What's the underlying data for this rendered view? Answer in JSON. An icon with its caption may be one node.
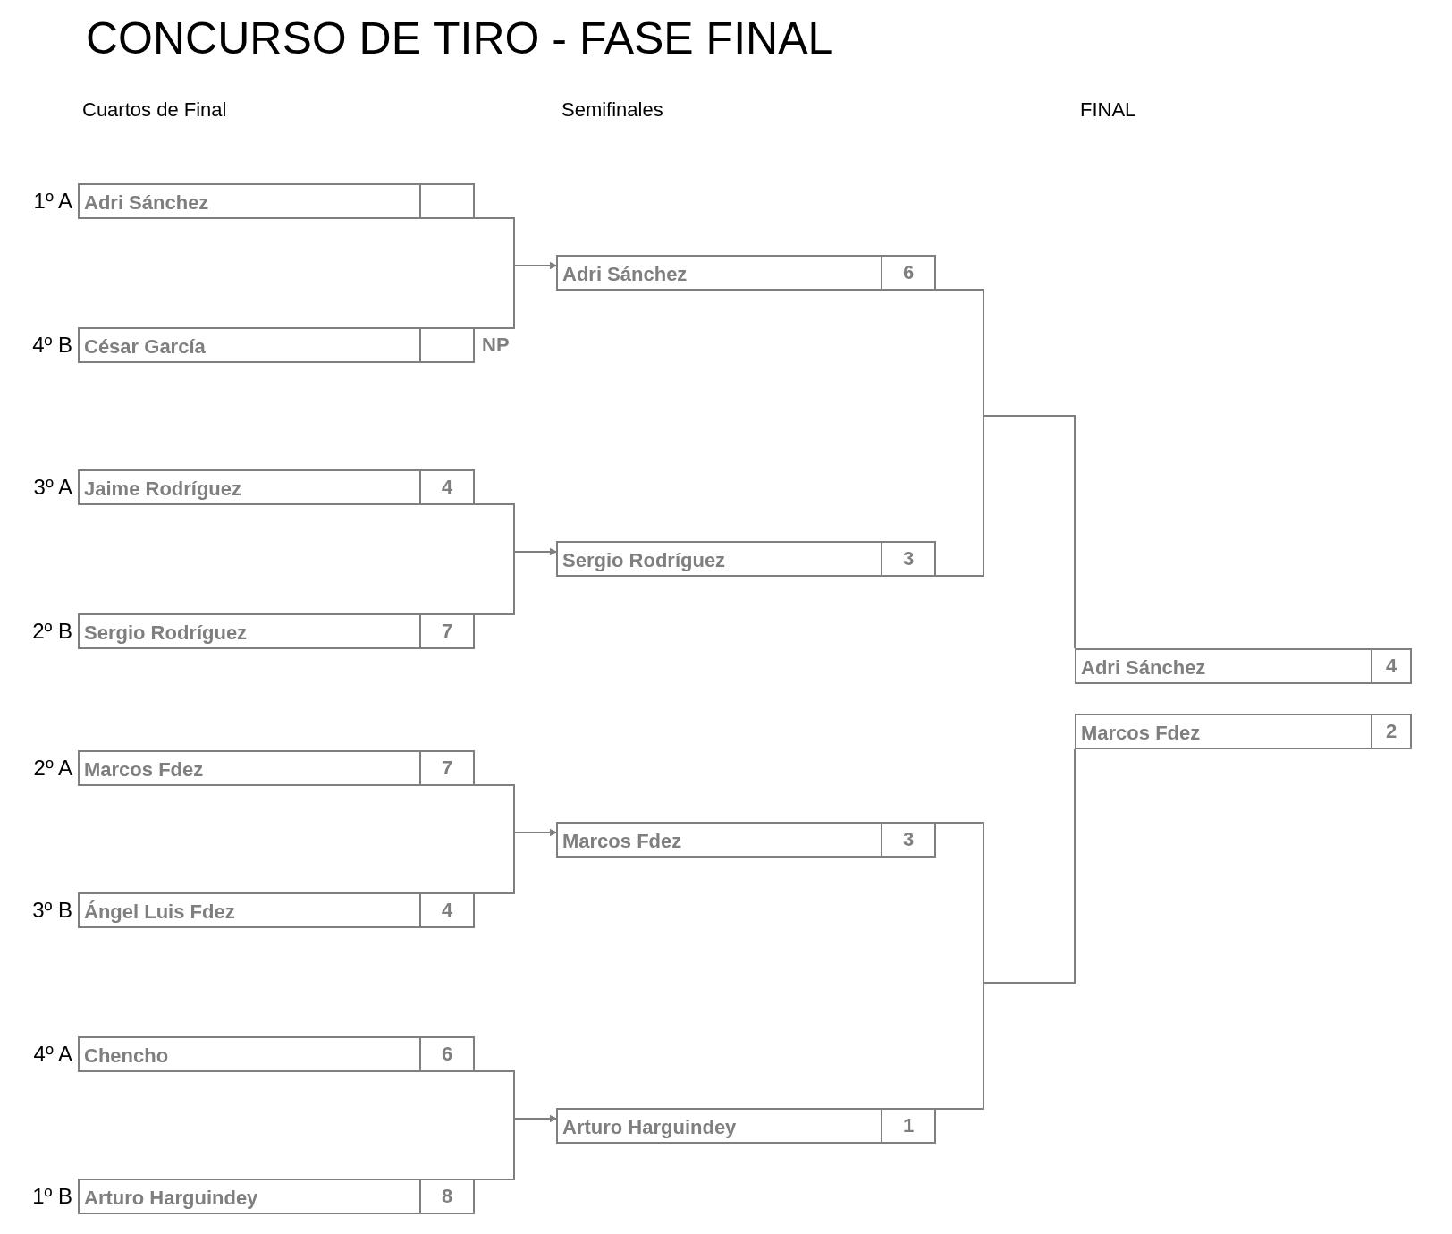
{
  "diagram": {
    "title": "CONCURSO DE TIRO - FASE FINAL",
    "nodes": [
      {
        "text": [
          "Adri Sánchez"
        ],
        "beside": [
          "1º A"
        ]
      },
      {
        "text": [
          "César García"
        ],
        "beside": [
          "4º B",
          "NP"
        ]
      },
      {
        "text": [
          "Jaime Rodríguez",
          "4"
        ],
        "beside": [
          "3º A"
        ]
      },
      {
        "text": [
          "Sergio Rodríguez",
          "7"
        ],
        "beside": [
          "2º B"
        ]
      },
      {
        "text": [
          "Marcos Fdez",
          "7"
        ],
        "beside": [
          "2º A"
        ]
      },
      {
        "text": [
          "Ángel Luis Fdez",
          "4"
        ],
        "beside": [
          "3º B"
        ]
      },
      {
        "text": [
          "Chencho",
          "6"
        ],
        "beside": [
          "4º A"
        ]
      },
      {
        "text": [
          "Arturo Harguindey",
          "8"
        ],
        "beside": [
          "1º B"
        ]
      },
      {
        "text": [
          "Adri Sánchez",
          "6"
        ]
      },
      {
        "text": [
          "Sergio Rodríguez",
          "3"
        ]
      },
      {
        "text": [
          "Marcos Fdez",
          "3"
        ]
      },
      {
        "text": [
          "Arturo Harguindey",
          "1"
        ]
      },
      {
        "text": [
          "Adri Sánchez",
          "4"
        ]
      },
      {
        "text": [
          "Marcos Fdez",
          "2"
        ]
      }
    ],
    "edges": [
      {
        "from": 0,
        "to": 8,
        "arrow": "to"
      },
      {
        "from": 1,
        "to": 8,
        "arrow": "to"
      },
      {
        "from": 2,
        "to": 9,
        "arrow": "to"
      },
      {
        "from": 3,
        "to": 9,
        "arrow": "to"
      },
      {
        "from": 4,
        "to": 10,
        "arrow": "to"
      },
      {
        "from": 5,
        "to": 10,
        "arrow": "to"
      },
      {
        "from": 6,
        "to": 11,
        "arrow": "to"
      },
      {
        "from": 7,
        "to": 11,
        "arrow": "to"
      },
      {
        "from": 8,
        "to": 12,
        "arrow": "none"
      },
      {
        "from": 9,
        "to": 12,
        "arrow": "none"
      },
      {
        "from": 10,
        "to": 13,
        "arrow": "none"
      },
      {
        "from": 11,
        "to": 13,
        "arrow": "none"
      }
    ],
    "labels": [
      "Cuartos de Final",
      "Semifinales",
      "FINAL"
    ]
  }
}
